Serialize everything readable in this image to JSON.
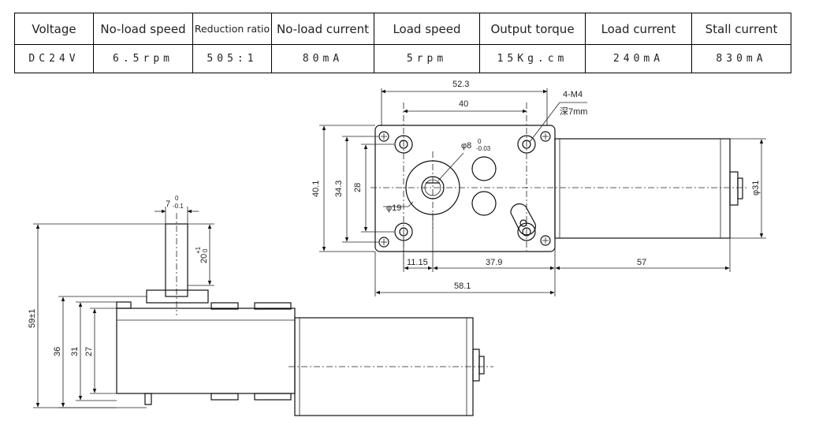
{
  "specs": {
    "headers": [
      "Voltage",
      "No-load speed",
      "Reduction ratio",
      "No-load current",
      "Load speed",
      "Output torque",
      "Load current",
      "Stall current"
    ],
    "values": [
      "DC24V",
      "6.5rpm",
      "505:1",
      "80mA",
      "5rpm",
      "15Kg.cm",
      "240mA",
      "830mA"
    ]
  },
  "front_view": {
    "dim_52_3": "52.3",
    "dim_40": "40",
    "hole_label": "4-M4",
    "hole_depth": "深7mm",
    "shaft_dia": "φ8",
    "shaft_tol_upper": "0",
    "shaft_tol_lower": "-0.03",
    "boss_dia": "φ19",
    "dim_40_1": "40.1",
    "dim_34_3": "34.3",
    "dim_28": "28",
    "motor_dia": "φ31",
    "dim_11_15": "11.15",
    "dim_37_9": "37.9",
    "dim_57": "57",
    "dim_58_1": "58.1"
  },
  "side_view": {
    "shaft_dia": "7",
    "shaft_dia_tol": "-0.1",
    "shaft_dia_tol_upper": "0",
    "shaft_len": "20",
    "shaft_len_tol_upper": "+1",
    "shaft_len_tol_lower": "0",
    "dim_59": "59±1",
    "dim_36": "36",
    "dim_31": "31",
    "dim_27": "27"
  }
}
